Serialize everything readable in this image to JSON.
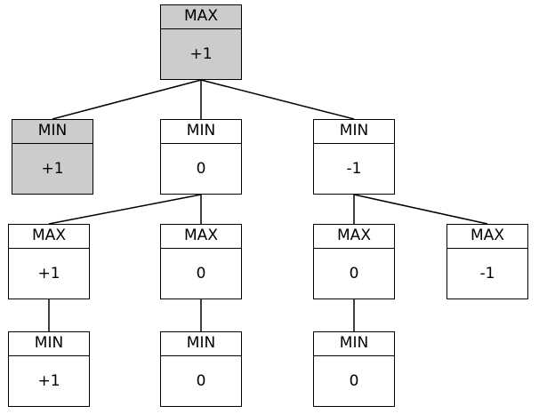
{
  "colors": {
    "highlight_fill": "#cccccc",
    "node_fill": "#ffffff",
    "stroke": "#000000"
  },
  "tree": {
    "nodes": [
      {
        "id": "root",
        "type": "MAX",
        "value": "+1",
        "highlighted": true
      },
      {
        "id": "a",
        "type": "MIN",
        "value": "+1",
        "highlighted": true
      },
      {
        "id": "b",
        "type": "MIN",
        "value": "0",
        "highlighted": false
      },
      {
        "id": "c",
        "type": "MIN",
        "value": "-1",
        "highlighted": false
      },
      {
        "id": "b1",
        "type": "MAX",
        "value": "+1",
        "highlighted": false
      },
      {
        "id": "b2",
        "type": "MAX",
        "value": "0",
        "highlighted": false
      },
      {
        "id": "c1",
        "type": "MAX",
        "value": "0",
        "highlighted": false
      },
      {
        "id": "c2",
        "type": "MAX",
        "value": "-1",
        "highlighted": false
      },
      {
        "id": "b1a",
        "type": "MIN",
        "value": "+1",
        "highlighted": false
      },
      {
        "id": "b2a",
        "type": "MIN",
        "value": "0",
        "highlighted": false
      },
      {
        "id": "c1a",
        "type": "MIN",
        "value": "0",
        "highlighted": false
      }
    ],
    "edges": [
      [
        "root",
        "a"
      ],
      [
        "root",
        "b"
      ],
      [
        "root",
        "c"
      ],
      [
        "b",
        "b1"
      ],
      [
        "b",
        "b2"
      ],
      [
        "c",
        "c1"
      ],
      [
        "c",
        "c2"
      ],
      [
        "b1",
        "b1a"
      ],
      [
        "b2",
        "b2a"
      ],
      [
        "c1",
        "c1a"
      ]
    ]
  }
}
